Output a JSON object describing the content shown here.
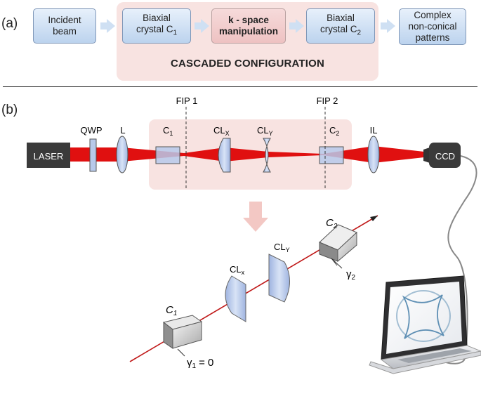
{
  "panel_a": {
    "label": "(a)",
    "boxes": [
      {
        "text": "Incident\nbeam"
      },
      {
        "text": "Biaxial\ncrystal C1",
        "sub": "1"
      },
      {
        "text": "k - space\nmanipulation"
      },
      {
        "text": "Biaxial\ncrystal C2",
        "sub": "2"
      },
      {
        "text": "Complex\nnon-conical\npatterns"
      }
    ],
    "box1_l1": "Incident",
    "box1_l2": "beam",
    "box2_l1": "Biaxial",
    "box2_l2": "crystal C",
    "box2_sub": "1",
    "box3_l1": "k - space",
    "box3_l2": "manipulation",
    "box4_l1": "Biaxial",
    "box4_l2": "crystal C",
    "box4_sub": "2",
    "box5_l1": "Complex",
    "box5_l2": "non-conical",
    "box5_l3": "patterns",
    "cascade_title": "CASCADED CONFIGURATION"
  },
  "panel_b": {
    "label": "(b)",
    "laser": "LASER",
    "qwp": "QWP",
    "lens_l": "L",
    "c1": "C",
    "c1_sub": "1",
    "clx": "CL",
    "clx_sub": "X",
    "cly": "CL",
    "cly_sub": "Y",
    "c2": "C",
    "c2_sub": "2",
    "il": "IL",
    "ccd": "CCD",
    "fip1": "FIP 1",
    "fip2": "FIP 2",
    "iso_c1": "C",
    "iso_c1_sub": "1",
    "iso_clx": "CL",
    "iso_clx_sub": "x",
    "iso_cly": "CL",
    "iso_cly_sub": "Y",
    "iso_c2": "C",
    "iso_c2_sub": "2",
    "gamma1": "γ",
    "gamma1_sub": "1",
    "gamma1_eq": "= 0",
    "gamma2": "γ",
    "gamma2_sub": "2"
  },
  "colors": {
    "beam": "#e01010",
    "box_blue": "#c9dcf2",
    "cascade_pink": "#f8e3e1",
    "laser_box": "#3a3a3a",
    "optic_blue": "#b7c9ea"
  }
}
